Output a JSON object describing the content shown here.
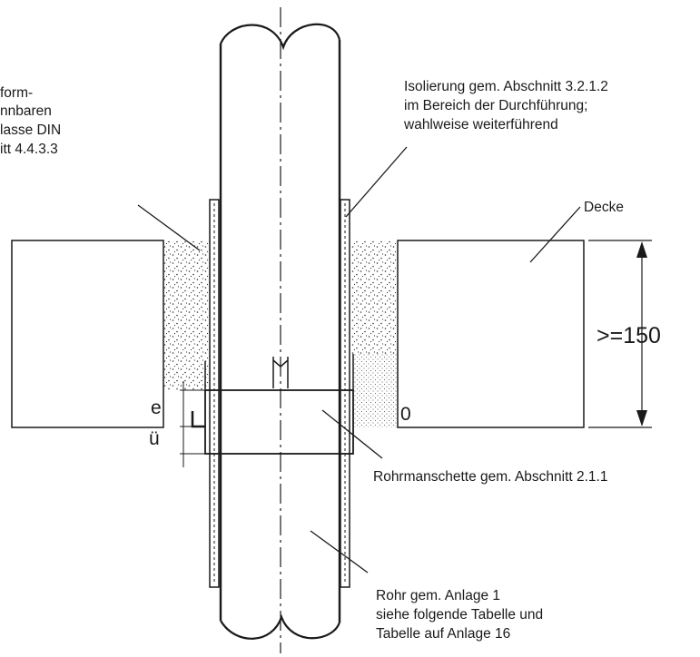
{
  "labels": {
    "fill_material": [
      "form-",
      "nnbaren",
      "lasse DIN",
      "itt 4.4.3.3"
    ],
    "insulation": [
      "Isolierung gem. Abschnitt 3.2.1.2",
      "im Bereich der Durchführung;",
      "wahlweise weiterführend"
    ],
    "ceiling": "Decke",
    "thickness": ">=150",
    "sleeve": "Rohrmanschette gem. Abschnitt 2.1.1",
    "pipe": [
      "Rohr gem. Anlage 1",
      "siehe folgende Tabelle und",
      "Tabelle auf Anlage 16"
    ],
    "dim_e": "e",
    "dim_u": "ü",
    "mark_0": "0"
  },
  "colors": {
    "line": "#1a1a1a",
    "background": "#ffffff"
  }
}
